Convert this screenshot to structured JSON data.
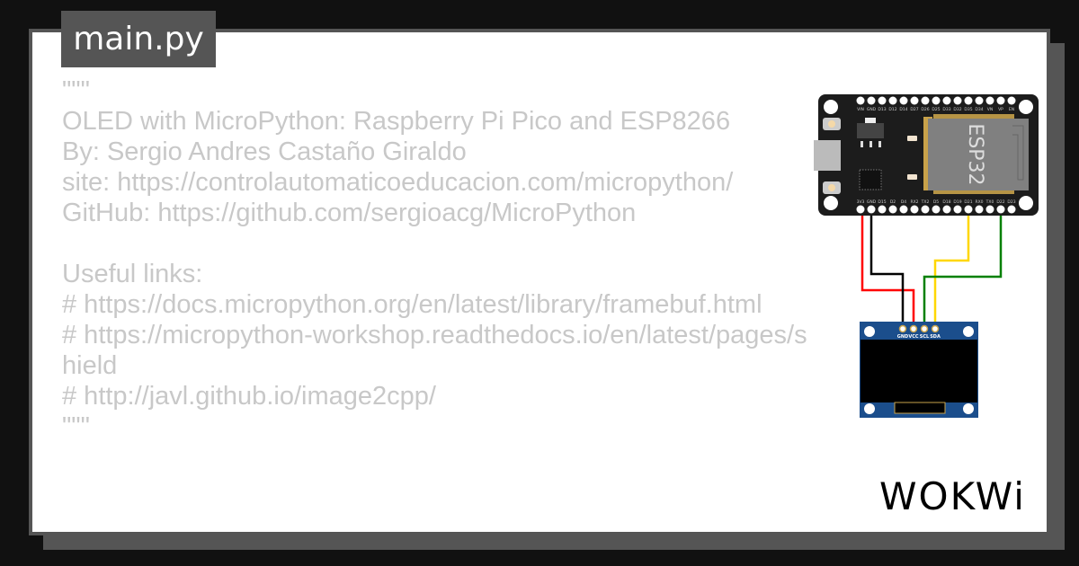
{
  "tab": {
    "title": "main.py"
  },
  "code_lines": [
    "\"\"\"",
    "OLED with MicroPython: Raspberry Pi Pico and ESP8266",
    "By: Sergio Andres Castaño Giraldo",
    "site: https://controlautomaticoeducacion.com/micropython/",
    "GitHub: https://github.com/sergioacg/MicroPython",
    "",
    "Useful links:",
    "# https://docs.micropython.org/en/latest/library/framebuf.html",
    "# https://micropython-workshop.readthedocs.io/en/latest/pages/shield",
    "# http://javl.github.io/image2cpp/",
    "\"\"\""
  ],
  "esp32": {
    "chip_label": "ESP32",
    "top_pins": [
      "VIN",
      "GND",
      "D13",
      "D12",
      "D14",
      "D27",
      "D26",
      "D25",
      "D33",
      "D32",
      "D35",
      "D34",
      "VN",
      "VP",
      "EN"
    ],
    "bottom_pins": [
      "3V3",
      "GND",
      "D15",
      "D2",
      "D4",
      "RX2",
      "TX2",
      "D5",
      "D18",
      "D19",
      "D21",
      "RX0",
      "TX0",
      "D22",
      "D23"
    ]
  },
  "oled": {
    "pins": [
      "GND",
      "VCC",
      "SCL",
      "SDA"
    ]
  },
  "wires": [
    {
      "from": "3V3",
      "to": "VCC",
      "color": "#ff0000"
    },
    {
      "from": "GND",
      "to": "GND",
      "color": "#000000"
    },
    {
      "from": "D21",
      "to": "SDA",
      "color": "#ffd700"
    },
    {
      "from": "D22",
      "to": "SCL",
      "color": "#008000"
    }
  ],
  "logo": "WOKWi"
}
